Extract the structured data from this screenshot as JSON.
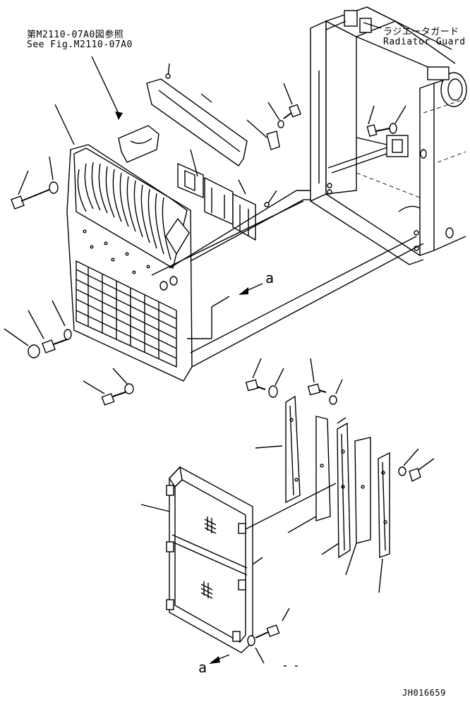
{
  "references": {
    "ref_jp": "第M2110-07A0図参照",
    "ref_en": "See Fig.M2110-07A0",
    "guard_jp": "ラジエータガード",
    "guard_en": "Radiator Guard"
  },
  "markers": {
    "a_upper": "a",
    "a_lower": "a"
  },
  "footer": {
    "drawing_id": "JH016659"
  }
}
